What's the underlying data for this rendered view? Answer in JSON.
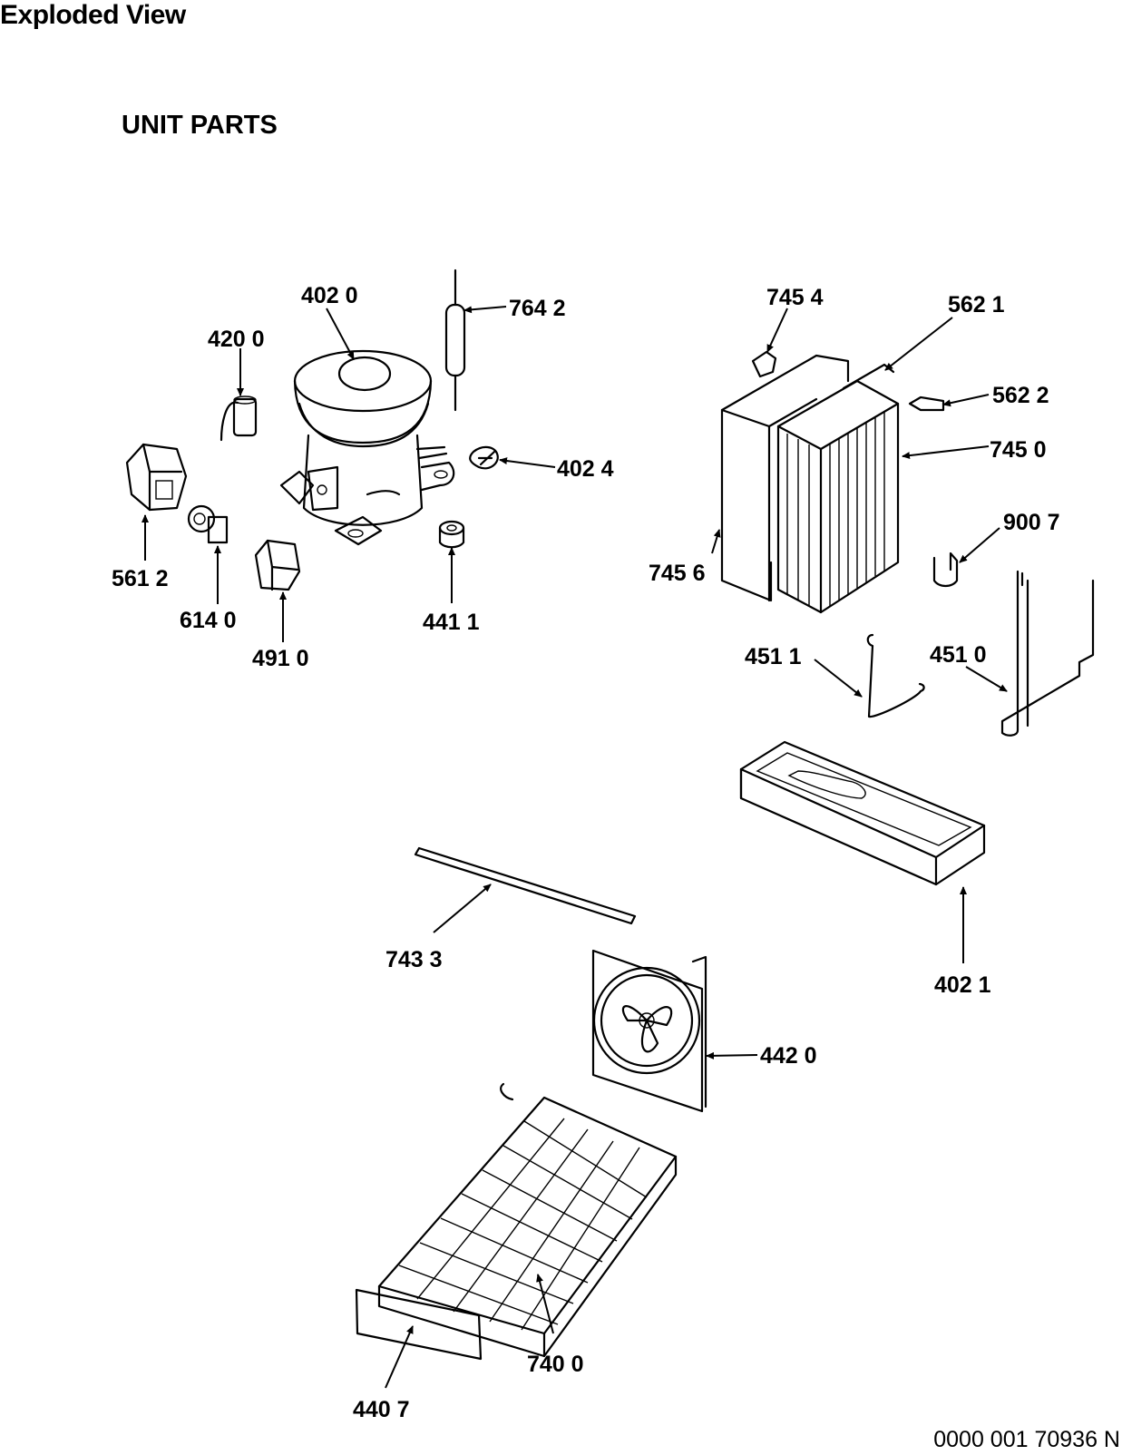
{
  "page_title": "Exploded View",
  "section_title": "UNIT PARTS",
  "document_code": "0000 001 70936 N",
  "callouts": {
    "c4020": "402 0",
    "c7642": "764 2",
    "c4200": "420 0",
    "c4024": "402 4",
    "c5612": "561 2",
    "c6140": "614 0",
    "c4910": "491 0",
    "c4411": "441 1",
    "c7454": "745 4",
    "c5621": "562 1",
    "c5622": "562 2",
    "c7450": "745 0",
    "c9007": "900 7",
    "c7456": "745 6",
    "c4511": "451 1",
    "c4510": "451 0",
    "c4021": "402 1",
    "c7433": "743 3",
    "c4420": "442 0",
    "c7400": "740 0",
    "c4407": "440 7"
  }
}
